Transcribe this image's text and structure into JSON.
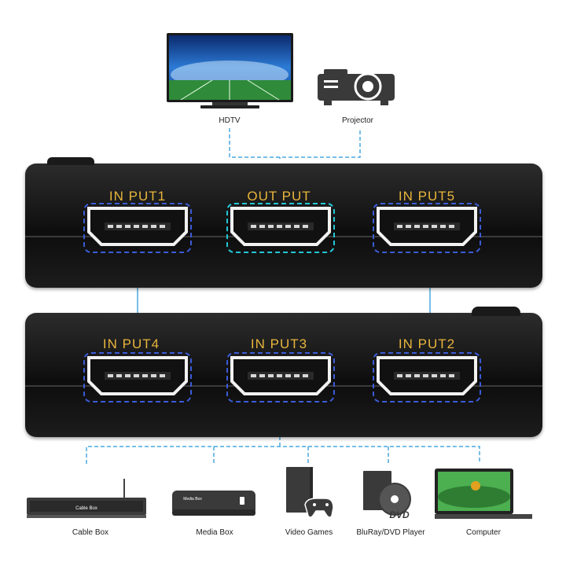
{
  "displays": {
    "hdtv": {
      "label": "HDTV"
    },
    "projector": {
      "label": "Projector"
    }
  },
  "top_panel": {
    "ports": [
      {
        "label": "IN PUT1",
        "role": "input"
      },
      {
        "label": "OUT PUT",
        "role": "output"
      },
      {
        "label": "IN PUT5",
        "role": "input"
      }
    ]
  },
  "bottom_panel": {
    "ports": [
      {
        "label": "IN PUT4",
        "role": "input"
      },
      {
        "label": "IN PUT3",
        "role": "input"
      },
      {
        "label": "IN PUT2",
        "role": "input"
      }
    ]
  },
  "sources": [
    {
      "label": "Cable Box",
      "device_text": "Cable Box"
    },
    {
      "label": "Media Box",
      "device_text": "Media Box"
    },
    {
      "label": "Video Games"
    },
    {
      "label": "BluRay/DVD Player",
      "device_text": "DVD"
    },
    {
      "label": "Computer"
    }
  ],
  "colors": {
    "port_label": "#e8b53c",
    "input_outline": "#3b5bd6",
    "output_outline": "#22c7d6",
    "connector_line": "#4aa8e0"
  }
}
